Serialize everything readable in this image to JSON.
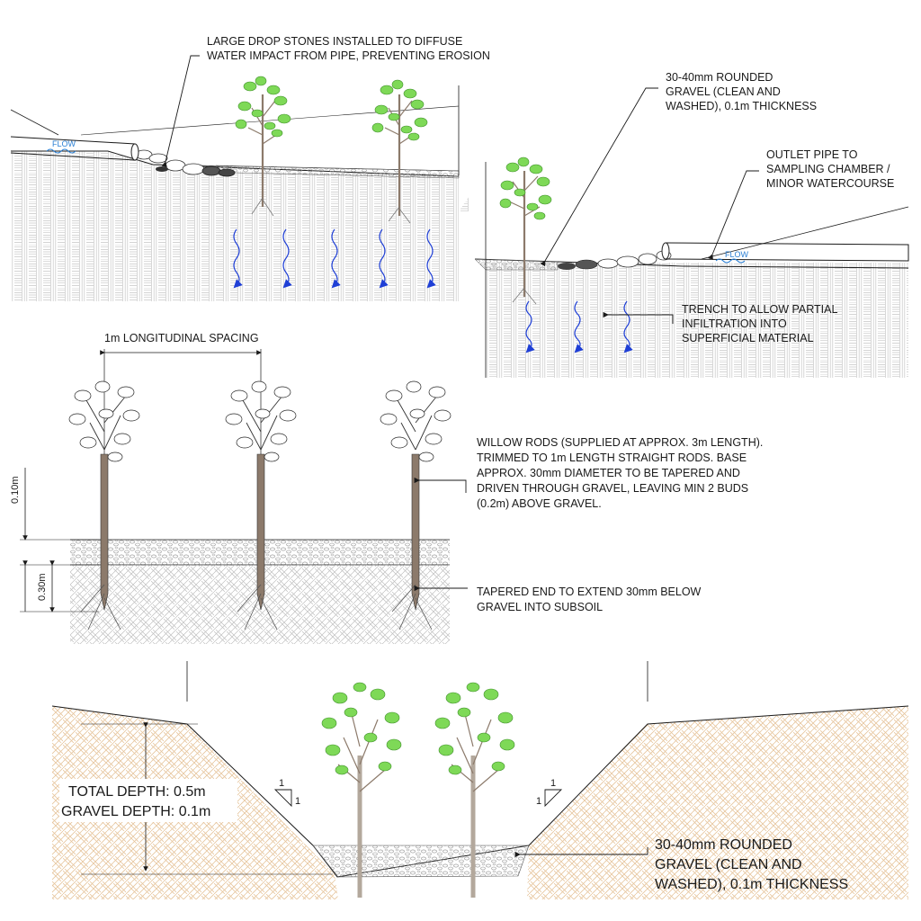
{
  "top_left": {
    "callout_line1": "LARGE DROP STONES INSTALLED TO DIFFUSE",
    "callout_line2": "WATER IMPACT FROM PIPE, PREVENTING EROSION",
    "flow_label": "FLOW"
  },
  "top_right": {
    "gravel_line1": "30-40mm ROUNDED",
    "gravel_line2": "GRAVEL (CLEAN AND",
    "gravel_line3": "WASHED), 0.1m THICKNESS",
    "outlet_line1": "OUTLET PIPE TO",
    "outlet_line2": "SAMPLING CHAMBER /",
    "outlet_line3": "MINOR WATERCOURSE",
    "trench_line1": "TRENCH TO ALLOW PARTIAL",
    "trench_line2": "INFILTRATION INTO",
    "trench_line3": "SUPERFICIAL MATERIAL",
    "flow_label": "FLOW"
  },
  "middle": {
    "spacing_label": "1m LONGITUDINAL SPACING",
    "dim_upper": "0.10m",
    "dim_lower": "0.30m",
    "willow_line1": "WILLOW RODS (SUPPLIED AT APPROX. 3m LENGTH).",
    "willow_line2": "TRIMMED TO 1m LENGTH STRAIGHT RODS. BASE",
    "willow_line3": "APPROX. 30mm DIAMETER TO BE TAPERED AND",
    "willow_line4": "DRIVEN THROUGH GRAVEL, LEAVING MIN 2 BUDS",
    "willow_line5": "(0.2m) ABOVE GRAVEL.",
    "tapered_line1": "TAPERED END TO EXTEND 30mm BELOW",
    "tapered_line2": "GRAVEL INTO SUBSOIL"
  },
  "bottom": {
    "total_depth": "TOTAL DEPTH: 0.5m",
    "gravel_depth": "GRAVEL DEPTH: 0.1m",
    "slope_left_rise": "1",
    "slope_left_run": "1",
    "slope_right_rise": "1",
    "slope_right_run": "1",
    "gravel_line1": "30-40mm ROUNDED",
    "gravel_line2": "GRAVEL (CLEAN AND",
    "gravel_line3": "WASHED), 0.1m THICKNESS"
  },
  "colors": {
    "soil_hatch": "#c9c9c9",
    "sand_hatch": "#e3c29a",
    "leaf_green": "#7ed957",
    "arrow_blue": "#1f3fd6",
    "flow_blue": "#2a7fd4",
    "stem_brown": "#8c7a6b"
  }
}
